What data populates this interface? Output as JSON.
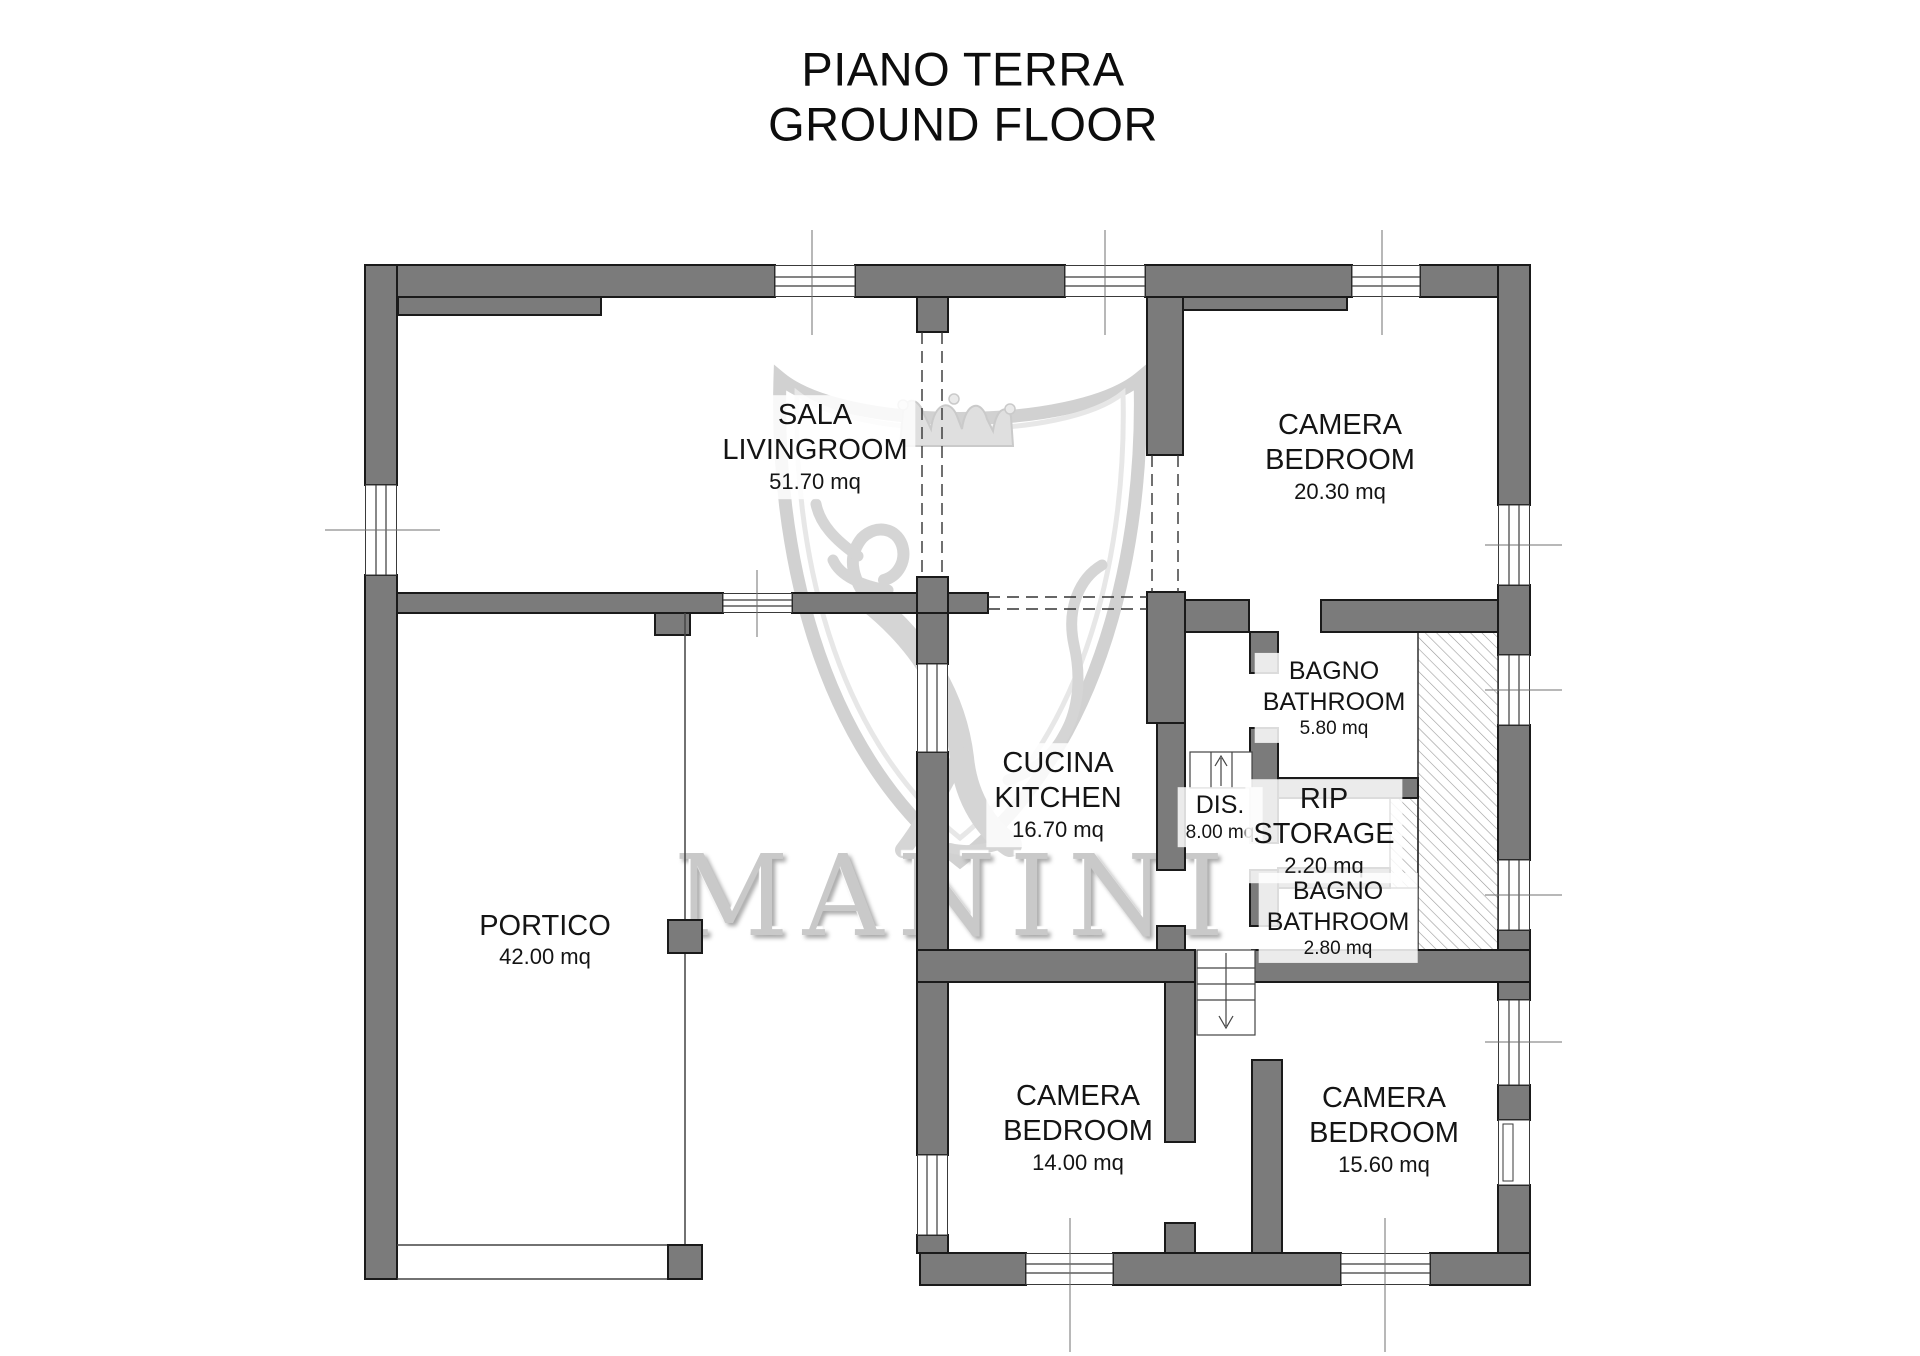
{
  "title": {
    "line1": "PIANO TERRA",
    "line2": "GROUND FLOOR"
  },
  "watermark": {
    "text": "MANINI"
  },
  "rooms": {
    "sala": {
      "name_it": "SALA",
      "name_en": "LIVINGROOM",
      "area": "51.70 mq"
    },
    "camera_top": {
      "name_it": "CAMERA",
      "name_en": "BEDROOM",
      "area": "20.30 mq"
    },
    "portico": {
      "name_it": "PORTICO",
      "area": "42.00 mq"
    },
    "cucina": {
      "name_it": "CUCINA",
      "name_en": "KITCHEN",
      "area": "16.70 mq"
    },
    "dis": {
      "name_it": "DIS.",
      "area": "8.00 mq"
    },
    "bagno_top": {
      "name_it": "BAGNO",
      "name_en": "BATHROOM",
      "area": "5.80 mq"
    },
    "rip": {
      "name_it": "RIP",
      "name_en": "STORAGE",
      "area": "2.20 mq"
    },
    "bagno_bottom": {
      "name_it": "BAGNO",
      "name_en": "BATHROOM",
      "area": "2.80 mq"
    },
    "camera_left": {
      "name_it": "CAMERA",
      "name_en": "BEDROOM",
      "area": "14.00 mq"
    },
    "camera_right": {
      "name_it": "CAMERA",
      "name_en": "BEDROOM",
      "area": "15.60 mq"
    }
  },
  "colors": {
    "wall": "#7b7b7b",
    "outline": "#1a1a1a",
    "text": "#111111",
    "watermark": "#c9c9c9",
    "hatch": "#9a9a9a"
  }
}
